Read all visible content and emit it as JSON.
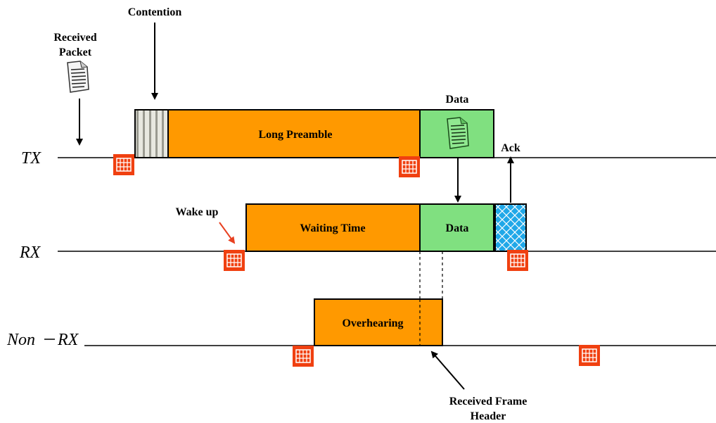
{
  "axes": {
    "tx": "TX",
    "rx": "RX",
    "non_rx_left": "Non",
    "non_rx_right": "RX"
  },
  "labels": {
    "contention": "Contention",
    "received_packet_line1": "Received",
    "received_packet_line2": "Packet",
    "long_preamble": "Long Preamble",
    "data_top": "Data",
    "ack": "Ack",
    "wake_up": "Wake up",
    "waiting_time": "Waiting Time",
    "data_rx": "Data",
    "overhearing": "Overhearing",
    "received_frame_header_line1": "Received Frame",
    "received_frame_header_line2": "Header"
  },
  "colors": {
    "preamble": "#ff9900",
    "data": "#80e080",
    "ack": "#20a8e8",
    "contention": "#d8d8d0",
    "wakeup_icon": "#f04010",
    "wake_up_arrow": "#e84020"
  },
  "icons": {
    "packet": "document-icon",
    "wakeup": "grid-icon"
  }
}
